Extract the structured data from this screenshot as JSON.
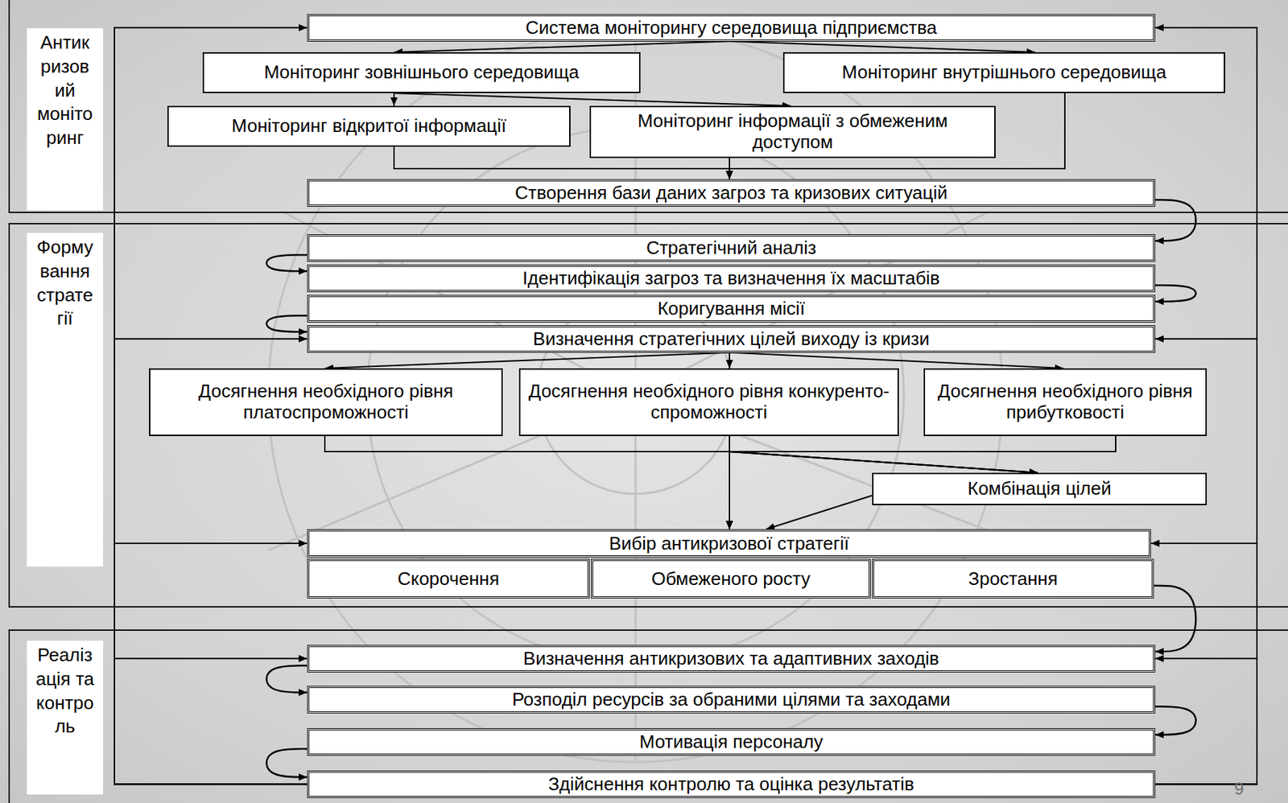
{
  "diagram": {
    "nodes": [
      {
        "text": [
          "Антик ризов ий моніто ринг"
        ]
      },
      {
        "text": [
          "Система моніторингу середовища підприємства"
        ],
        "in": 0
      },
      {
        "text": [
          "Моніторинг зовнішнього середовища"
        ],
        "in": 0
      },
      {
        "text": [
          "Моніторинг внутрішнього середовища"
        ],
        "in": 0
      },
      {
        "text": [
          "Моніторинг відкритої інформації"
        ],
        "in": 0
      },
      {
        "text": [
          "Моніторинг інформації з обмеженим доступом"
        ],
        "in": 0
      },
      {
        "text": [
          "Створення бази даних загроз та кризових ситуацій"
        ],
        "in": 0
      },
      {
        "text": [
          "Форму вання страте гії"
        ]
      },
      {
        "text": [
          "Стратегічний аналіз"
        ],
        "in": 7
      },
      {
        "text": [
          "Ідентифікація загроз та визначення їх масштабів"
        ],
        "in": 7
      },
      {
        "text": [
          "Коригування місії"
        ],
        "in": 7
      },
      {
        "text": [
          "Визначення стратегічних цілей виходу із кризи"
        ],
        "in": 7
      },
      {
        "text": [
          "Досягнення необхідного рівня платоспроможності"
        ],
        "in": 7
      },
      {
        "text": [
          "Досягнення необхідного рівня конкуренто-спроможності"
        ],
        "in": 7
      },
      {
        "text": [
          "Досягнення необхідного рівня прибутковості"
        ],
        "in": 7
      },
      {
        "text": [
          "Комбінація цілей"
        ],
        "in": 7
      },
      {
        "text": [
          "Вибір антикризової стратегії"
        ],
        "in": 7
      },
      {
        "text": [
          "Скорочення"
        ],
        "in": 7
      },
      {
        "text": [
          "Обмеженого росту"
        ],
        "in": 7
      },
      {
        "text": [
          "Зростання"
        ],
        "in": 7
      },
      {
        "text": [
          "Реаліз ація та контро ль"
        ]
      },
      {
        "text": [
          "Визначення антикризових та адаптивних заходів"
        ],
        "in": 20
      },
      {
        "text": [
          "Розподіл ресурсів за обраними цілями та заходами"
        ],
        "in": 20
      },
      {
        "text": [
          "Мотивація персоналу"
        ],
        "in": 20
      },
      {
        "text": [
          "Здійснення контролю та оцінка результатів"
        ],
        "in": 20
      }
    ],
    "edges": [
      {
        "from": 1,
        "to": 2,
        "arrow": "to"
      },
      {
        "from": 1,
        "to": 3,
        "arrow": "to"
      },
      {
        "from": 2,
        "to": 4,
        "arrow": "to"
      },
      {
        "from": 2,
        "to": 5,
        "arrow": "to"
      },
      {
        "from": 4,
        "to": 6,
        "arrow": "to"
      },
      {
        "from": 5,
        "to": 6,
        "arrow": "to"
      },
      {
        "from": 3,
        "to": 6,
        "arrow": "to"
      },
      {
        "from": 6,
        "to": 8,
        "arrow": "to"
      },
      {
        "from": 8,
        "to": 9,
        "arrow": "to"
      },
      {
        "from": 9,
        "to": 10,
        "arrow": "to"
      },
      {
        "from": 10,
        "to": 11,
        "arrow": "to"
      },
      {
        "from": 11,
        "to": 12,
        "arrow": "to"
      },
      {
        "from": 11,
        "to": 13,
        "arrow": "to"
      },
      {
        "from": 11,
        "to": 14,
        "arrow": "to"
      },
      {
        "from": 12,
        "to": 16,
        "arrow": "to"
      },
      {
        "from": 13,
        "to": 16,
        "arrow": "to"
      },
      {
        "from": 14,
        "to": 16,
        "arrow": "to"
      },
      {
        "from": 12,
        "to": 15,
        "arrow": "to"
      },
      {
        "from": 13,
        "to": 15,
        "arrow": "to"
      },
      {
        "from": 14,
        "to": 15,
        "arrow": "to"
      },
      {
        "from": 15,
        "to": 16,
        "arrow": "to"
      },
      {
        "from": 19,
        "to": 21,
        "arrow": "to"
      },
      {
        "from": 21,
        "to": 22,
        "arrow": "to"
      },
      {
        "from": 22,
        "to": 23,
        "arrow": "to"
      },
      {
        "from": 23,
        "to": 24,
        "arrow": "to"
      },
      {
        "from": 24,
        "to": 1,
        "arrow": "to"
      },
      {
        "from": 24,
        "to": 11,
        "arrow": "to"
      },
      {
        "from": 24,
        "to": 16,
        "arrow": "to"
      },
      {
        "from": 24,
        "to": 21,
        "arrow": "to"
      },
      {
        "from": 24,
        "to": 1,
        "arrow": "to"
      },
      {
        "from": 24,
        "to": 11,
        "arrow": "to"
      },
      {
        "from": 24,
        "to": 16,
        "arrow": "to"
      },
      {
        "from": 24,
        "to": 21,
        "arrow": "to"
      }
    ],
    "labels": [
      "9"
    ]
  }
}
